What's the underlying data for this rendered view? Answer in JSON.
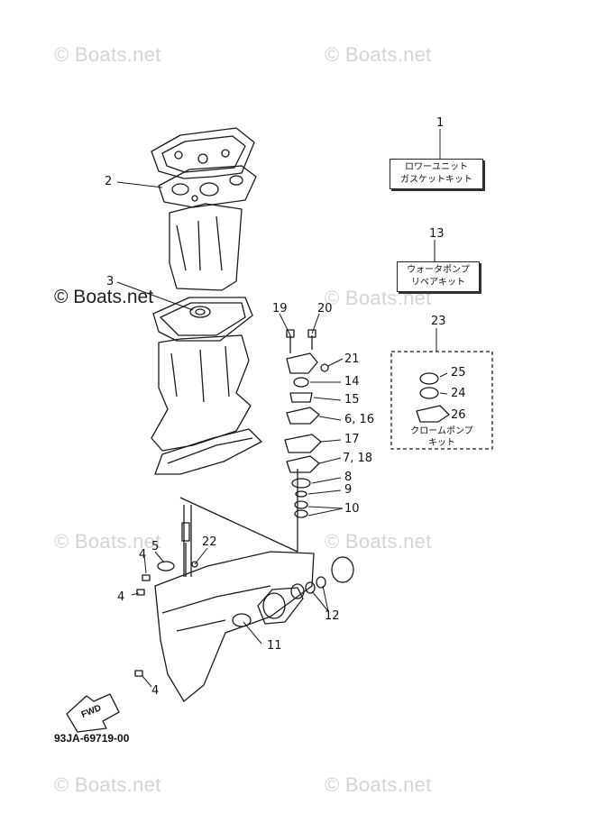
{
  "watermarks": {
    "text": "© Boats.net",
    "dark_text": "© Boats.net"
  },
  "kits": {
    "gasket_kit": {
      "line1": "ロワーユニット",
      "line2": "ガスケットキット"
    },
    "water_pump_kit": {
      "line1": "ウォータポンプ",
      "line2": "リペアキット"
    },
    "chrome_pump_kit": {
      "line1": "クロームポンプ",
      "line2": "キット"
    }
  },
  "callouts": {
    "c1": "1",
    "c2": "2",
    "c3": "3",
    "c4a": "4",
    "c4b": "4",
    "c4c": "4",
    "c5": "5",
    "c6": "6, 16",
    "c7": "7, 18",
    "c8": "8",
    "c9": "9",
    "c10": "10",
    "c11": "11",
    "c12": "12",
    "c13": "13",
    "c14": "14",
    "c15": "15",
    "c17": "17",
    "c19": "19",
    "c20": "20",
    "c21": "21",
    "c22": "22",
    "c23": "23",
    "c24": "24",
    "c25": "25",
    "c26": "26"
  },
  "fwd_label": "FWD",
  "part_number": "93JA-69719-00"
}
